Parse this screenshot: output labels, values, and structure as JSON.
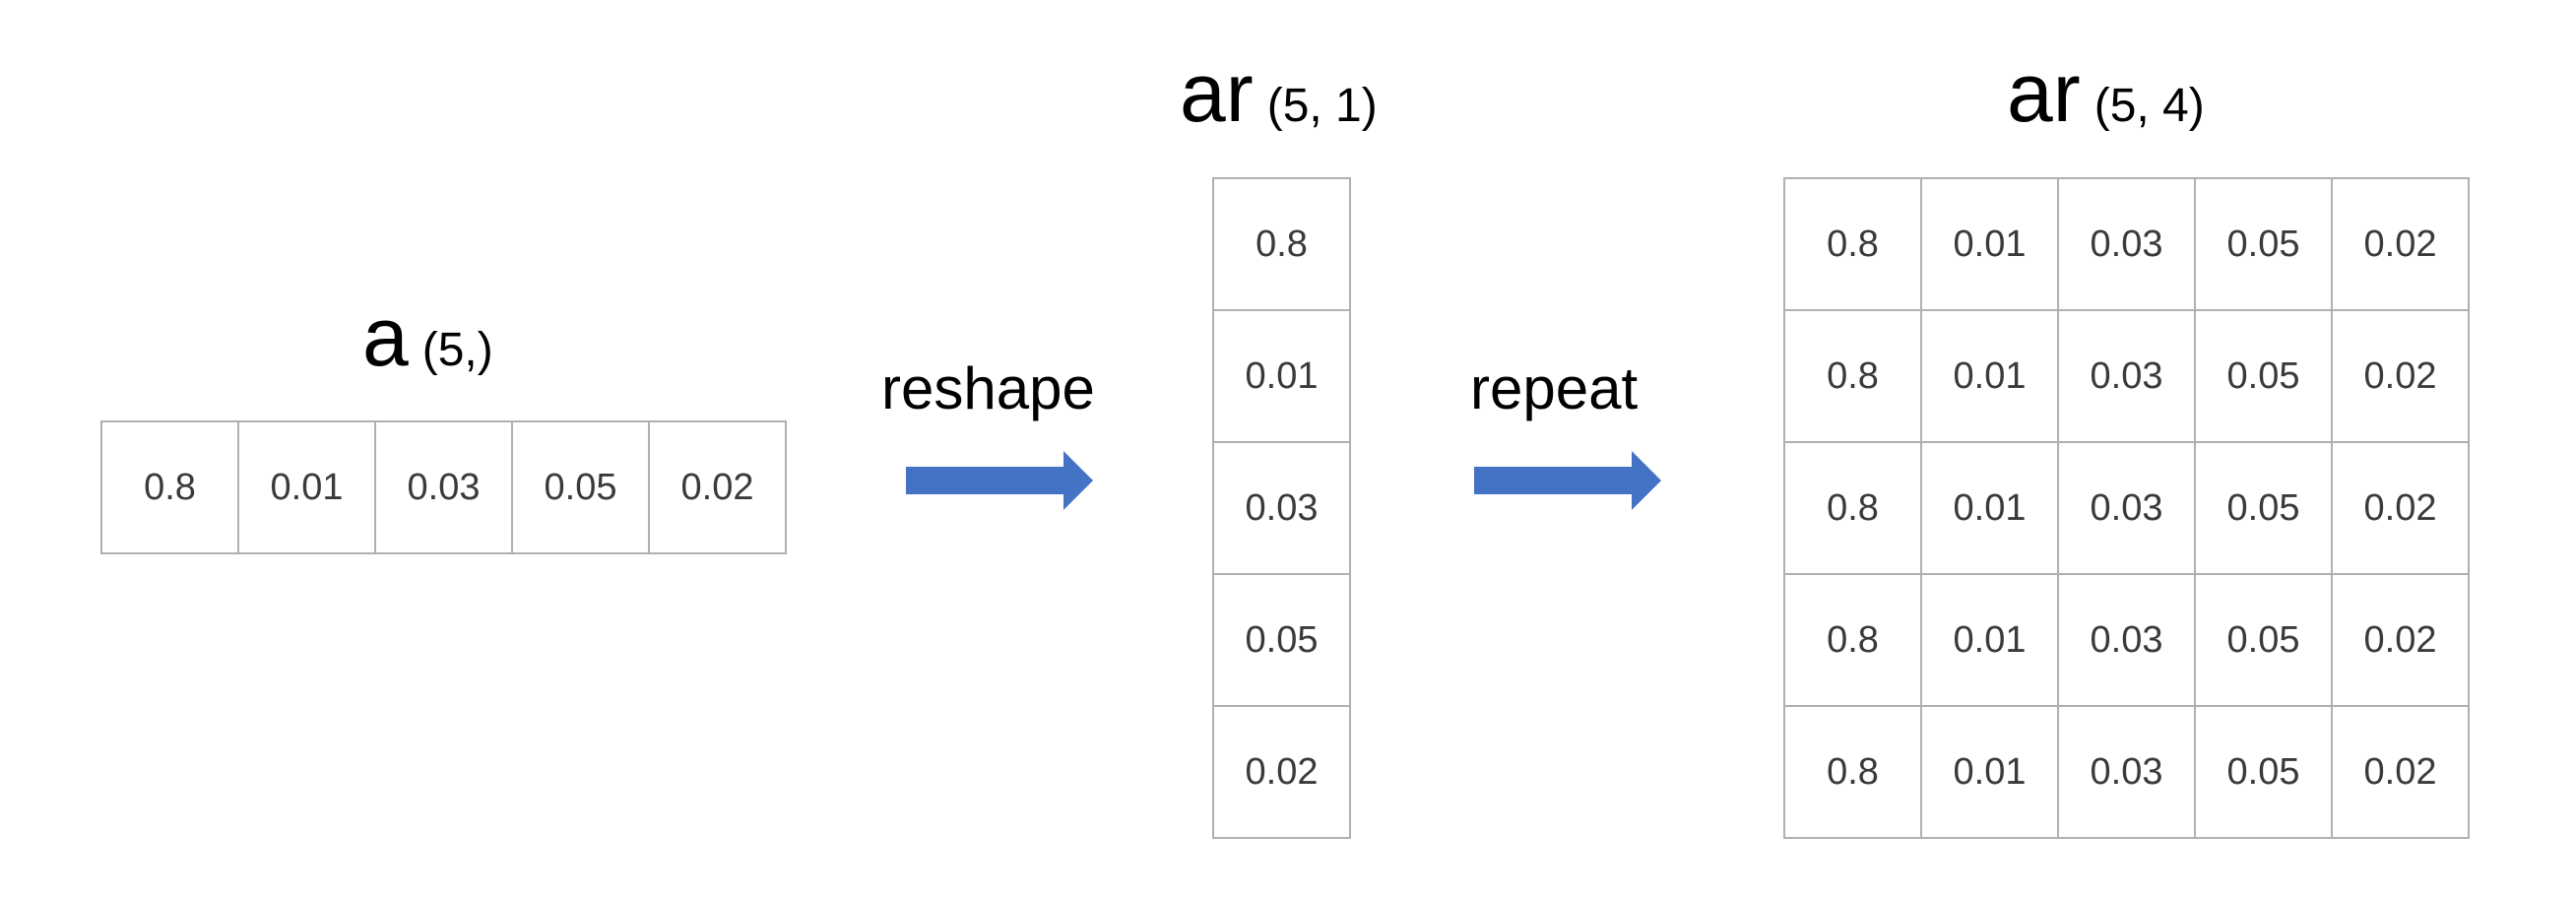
{
  "left": {
    "name": "a",
    "shape": "(5,)",
    "values": [
      "0.8",
      "0.01",
      "0.03",
      "0.05",
      "0.02"
    ]
  },
  "middle": {
    "name": "ar",
    "shape": "(5, 1)",
    "values": [
      "0.8",
      "0.01",
      "0.03",
      "0.05",
      "0.02"
    ]
  },
  "right": {
    "name": "ar",
    "shape": "(5, 4)",
    "rows": [
      [
        "0.8",
        "0.01",
        "0.03",
        "0.05",
        "0.02"
      ],
      [
        "0.8",
        "0.01",
        "0.03",
        "0.05",
        "0.02"
      ],
      [
        "0.8",
        "0.01",
        "0.03",
        "0.05",
        "0.02"
      ],
      [
        "0.8",
        "0.01",
        "0.03",
        "0.05",
        "0.02"
      ],
      [
        "0.8",
        "0.01",
        "0.03",
        "0.05",
        "0.02"
      ]
    ]
  },
  "ops": {
    "reshape": "reshape",
    "repeat": "repeat"
  },
  "colors": {
    "arrow": "#4472c4",
    "grid": "#b0b0b0"
  }
}
